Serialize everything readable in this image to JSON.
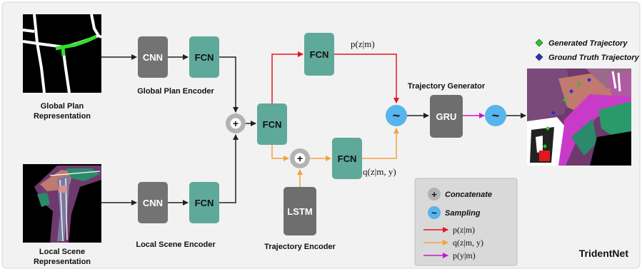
{
  "colors": {
    "background_panel": "#f2f2f2",
    "cnn_box": "#737373",
    "fcn_box": "#5fa99a",
    "lstm_box": "#6e6e6e",
    "gru_box": "#6e6e6e",
    "concat_node": "#b3b3b3",
    "sampling_node": "#58b4ec",
    "arrow_black": "#222222",
    "arrow_prior": "#e8141d",
    "arrow_posterior": "#f5a23c",
    "arrow_output": "#c51ac8",
    "marker_generated": "#22cc22",
    "marker_ground_truth": "#2c2cd6",
    "legend_bg": "#d9d9d9"
  },
  "inputs": {
    "global_plan_label_line1": "Global Plan",
    "global_plan_label_line2": "Representation",
    "local_scene_label_line1": "Local Scene",
    "local_scene_label_line2": "Representation"
  },
  "encoders": {
    "cnn_label": "CNN",
    "fcn_label": "FCN",
    "global_plan_encoder": "Global Plan Encoder",
    "local_scene_encoder": "Local Scene Encoder",
    "trajectory_encoder": "Trajectory Encoder",
    "lstm_label": "LSTM"
  },
  "core": {
    "fcn_label": "FCN",
    "prior_label": "p(z|m)",
    "posterior_label": "q(z|m, y)",
    "concat_symbol": "+",
    "sampling_symbol": "~"
  },
  "generator": {
    "title": "Trajectory Generator",
    "gru_label": "GRU"
  },
  "output": {
    "legend_generated": "Generated Trajectory",
    "legend_ground_truth": "Ground Truth Trajectory",
    "marker_generated_icon": "green-diamond-icon",
    "marker_ground_truth_icon": "blue-diamond-icon"
  },
  "legend": {
    "concatenate": "Concatenate",
    "sampling": "Sampling",
    "prior": "p(z|m)",
    "posterior": "q(z|m, y)",
    "output": "p(y|m)"
  },
  "model_name": "TridentNet"
}
